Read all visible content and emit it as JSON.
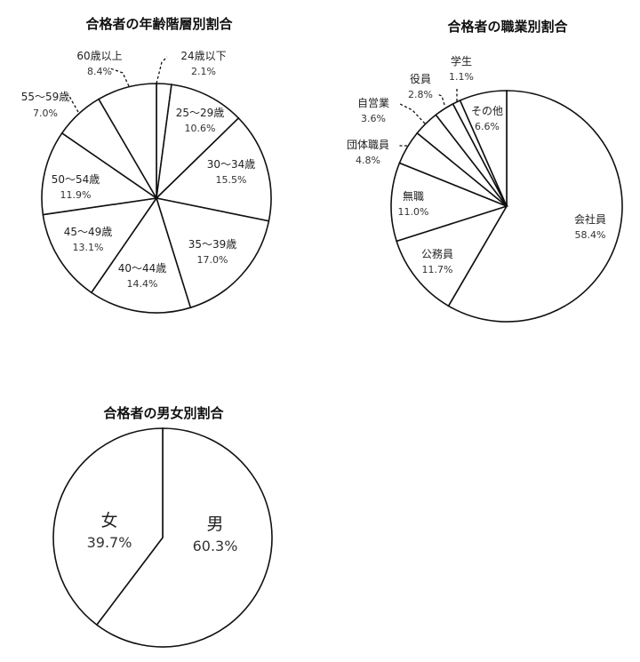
{
  "chart_data": [
    {
      "type": "pie",
      "title": "合格者の年齢階層別割合",
      "start_angle": "12 o'clock, clockwise",
      "categories": [
        "24歳以下",
        "25～29歳",
        "30～34歳",
        "35～39歳",
        "40～44歳",
        "45～49歳",
        "50～54歳",
        "55～59歳",
        "60歳以上"
      ],
      "values": [
        2.1,
        10.6,
        15.5,
        17.0,
        14.4,
        13.1,
        11.9,
        7.0,
        8.4
      ],
      "value_labels": [
        "2.1%",
        "10.6%",
        "15.5%",
        "17.0%",
        "14.4%",
        "13.1%",
        "11.9%",
        "7.0%",
        "8.4%"
      ],
      "unit": "%"
    },
    {
      "type": "pie",
      "title": "合格者の職業別割合",
      "start_angle": "12 o'clock, clockwise",
      "categories": [
        "会社員",
        "公務員",
        "無職",
        "団体職員",
        "自営業",
        "役員",
        "学生",
        "その他"
      ],
      "values": [
        58.4,
        11.7,
        11.0,
        4.8,
        3.6,
        2.8,
        1.1,
        6.6
      ],
      "value_labels": [
        "58.4%",
        "11.7%",
        "11.0%",
        "4.8%",
        "3.6%",
        "2.8%",
        "1.1%",
        "6.6%"
      ],
      "unit": "%"
    },
    {
      "type": "pie",
      "title": "合格者の男女別割合",
      "start_angle": "12 o'clock, clockwise",
      "categories": [
        "男",
        "女"
      ],
      "values": [
        60.3,
        39.7
      ],
      "value_labels": [
        "60.3%",
        "39.7%"
      ],
      "unit": "%"
    }
  ],
  "charts": {
    "age": {
      "title": "合格者の年齢階層別割合",
      "slices": [
        {
          "label": "24歳以下",
          "pct": "2.1%",
          "value": 2.1
        },
        {
          "label": "25～29歳",
          "pct": "10.6%",
          "value": 10.6
        },
        {
          "label": "30～34歳",
          "pct": "15.5%",
          "value": 15.5
        },
        {
          "label": "35～39歳",
          "pct": "17.0%",
          "value": 17.0
        },
        {
          "label": "40～44歳",
          "pct": "14.4%",
          "value": 14.4
        },
        {
          "label": "45～49歳",
          "pct": "13.1%",
          "value": 13.1
        },
        {
          "label": "50～54歳",
          "pct": "11.9%",
          "value": 11.9
        },
        {
          "label": "55～59歳",
          "pct": "7.0%",
          "value": 7.0
        },
        {
          "label": "60歳以上",
          "pct": "8.4%",
          "value": 8.4
        }
      ]
    },
    "occupation": {
      "title": "合格者の職業別割合",
      "slices": [
        {
          "label": "会社員",
          "pct": "58.4%",
          "value": 58.4
        },
        {
          "label": "公務員",
          "pct": "11.7%",
          "value": 11.7
        },
        {
          "label": "無職",
          "pct": "11.0%",
          "value": 11.0
        },
        {
          "label": "団体職員",
          "pct": "4.8%",
          "value": 4.8
        },
        {
          "label": "自営業",
          "pct": "3.6%",
          "value": 3.6
        },
        {
          "label": "役員",
          "pct": "2.8%",
          "value": 2.8
        },
        {
          "label": "学生",
          "pct": "1.1%",
          "value": 1.1
        },
        {
          "label": "その他",
          "pct": "6.6%",
          "value": 6.6
        }
      ]
    },
    "gender": {
      "title": "合格者の男女別割合",
      "slices": [
        {
          "label": "男",
          "pct": "60.3%",
          "value": 60.3
        },
        {
          "label": "女",
          "pct": "39.7%",
          "value": 39.7
        }
      ]
    }
  }
}
